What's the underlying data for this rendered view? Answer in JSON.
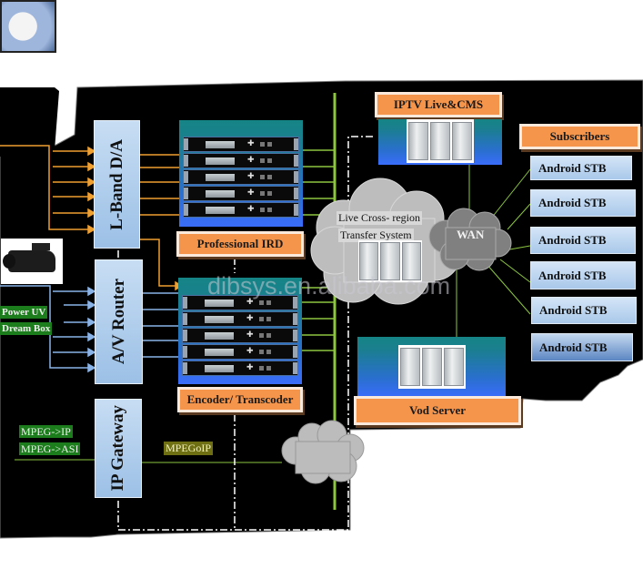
{
  "diagram": {
    "colors": {
      "background": "#000000",
      "box_blue": "#b3cfee",
      "label_orange": "#f5954c",
      "bus_green": "#8cc63f",
      "arrow_orange": "#f0a030",
      "arrow_blue": "#8ab4e8",
      "cloud_gray": "#b5b5b5",
      "wan_gray": "#808080"
    },
    "sources": {
      "satellite_icon": "satellite-dish-icon",
      "camera_icon": "camcorder-icon",
      "power_uv": "Power UV",
      "dream_box": "Dream Box",
      "mpeg_ip": "MPEG->IP",
      "mpeg_asi": "MPEG->ASI"
    },
    "vertical_blocks": {
      "lband": "L-Band D/A",
      "av_router": "A/V Router",
      "ip_gateway": "IP Gateway"
    },
    "racks": {
      "ird_label": "Professional IRD",
      "encoder_label": "Encoder/ Transcoder",
      "unit_count": 5
    },
    "mpegoip": "MPEGoIP",
    "iptv": {
      "label": "IPTV Live&CMS"
    },
    "cross_region": {
      "line1": "Live  Cross- region",
      "line2": "Transfer System"
    },
    "wan": {
      "label": "WAN"
    },
    "vod": {
      "label": "Vod Server"
    },
    "subscribers": {
      "header": "Subscribers",
      "items": [
        "Android STB",
        "Android STB",
        "Android STB",
        "Android STB",
        "Android STB",
        "Android STB"
      ]
    },
    "watermark": "dibsys.en.alibaba.com"
  }
}
